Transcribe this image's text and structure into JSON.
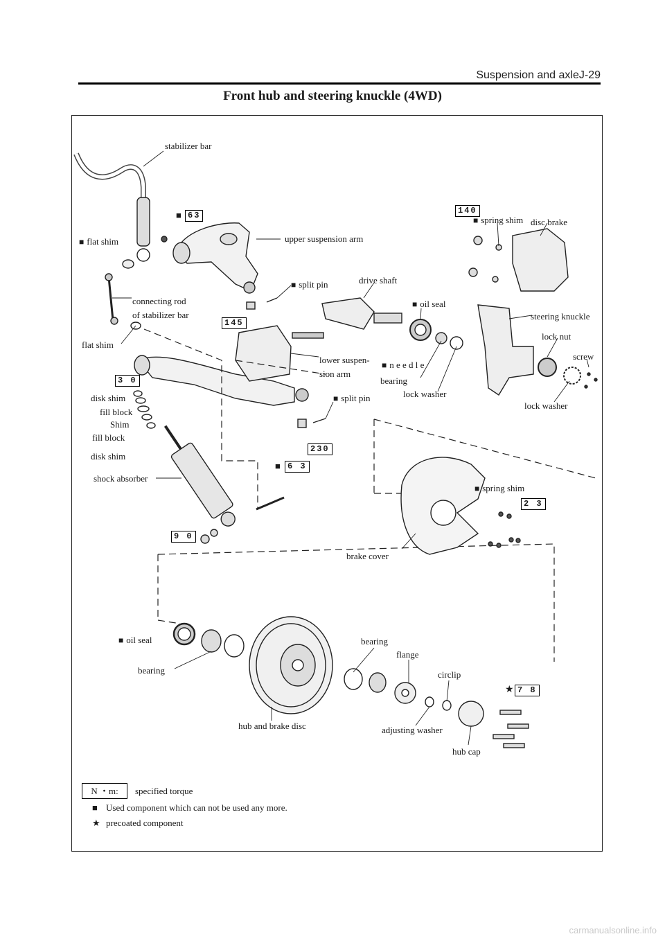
{
  "header": {
    "section": "Suspension and axleJ-29"
  },
  "title": "Front hub and steering knuckle (4WD)",
  "labels": {
    "stabilizer_bar": "stabilizer bar",
    "flat_shim_top": "flat shim",
    "upper_suspension_arm": "upper suspension arm",
    "split_pin_upper": "split pin",
    "drive_shaft": "drive shaft",
    "oil_seal_upper": "oil seal",
    "spring_shim_upper": "spring shim",
    "disc_brake": "disc brake",
    "steering_knuckle": "steering knuckle",
    "connecting_rod_1": "connecting rod",
    "connecting_rod_2": "of stabilizer bar",
    "flat_shim_bottom": "flat shim",
    "lower_arm_1": "lower suspen-",
    "lower_arm_2": "sion arm",
    "needle": "n e e d l e",
    "bearing_needle": "bearing",
    "lock_nut": "lock nut",
    "screw": "screw",
    "lock_washer_1": "lock washer",
    "lock_washer_2": "lock washer",
    "split_pin_lower": "split pin",
    "disk_shim_1": "disk shim",
    "fill_block_1": "fill block",
    "shim": "Shim",
    "fill_block_2": "fill block",
    "disk_shim_2": "disk shim",
    "shock_absorber": "shock absorber",
    "spring_shim_lower": "spring shim",
    "brake_cover": "brake cover",
    "oil_seal_lower": "oil seal",
    "bearing_left": "bearing",
    "bearing_right": "bearing",
    "flange": "flange",
    "circlip": "circlip",
    "hub_and_brake_disc": "hub and brake disc",
    "adjusting_washer": "adjusting washer",
    "hub_cap": "hub cap"
  },
  "torques": {
    "t63_top": "63",
    "t140": "140",
    "t145": "145",
    "t30": "3 0",
    "t230": "230",
    "t63_bottom": "6 3",
    "t23": "2 3",
    "t90": "9 0",
    "t78": "7 8"
  },
  "legend": {
    "unit": "N ・m:",
    "specified": "specified torque",
    "used_component": "Used component which can not be used any more.",
    "precoated": "precoated component"
  },
  "footer": "carmanualsonline.info"
}
